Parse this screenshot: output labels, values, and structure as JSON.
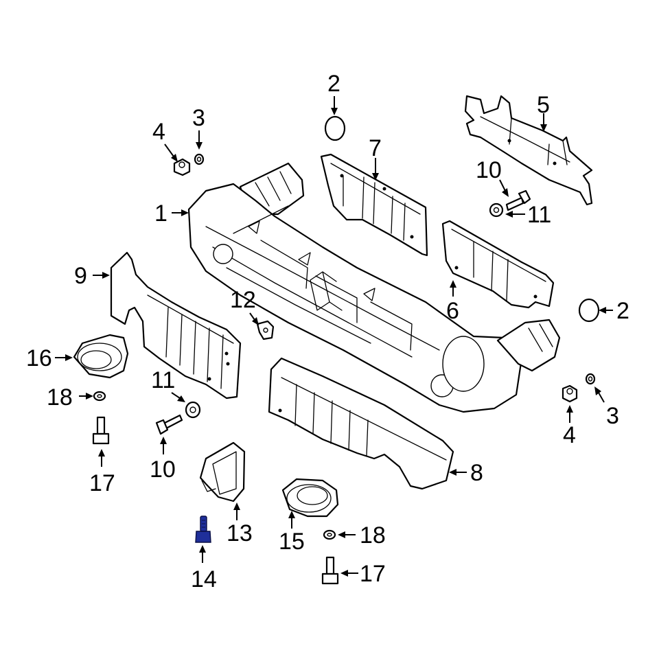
{
  "callouts": {
    "c1": "1",
    "c2_top": "2",
    "c2_right": "2",
    "c3_left": "3",
    "c3_right": "3",
    "c4_left": "4",
    "c4_right": "4",
    "c5": "5",
    "c6": "6",
    "c7": "7",
    "c8": "8",
    "c9": "9",
    "c10_left": "10",
    "c10_right": "10",
    "c11_left": "11",
    "c11_right": "11",
    "c12": "12",
    "c13": "13",
    "c14": "14",
    "c15": "15",
    "c16": "16",
    "c17_left": "17",
    "c17_right": "17",
    "c18_left": "18",
    "c18_right": "18"
  },
  "highlighted_part": "14",
  "colors": {
    "line": "#000000",
    "background": "#ffffff",
    "highlight": "#1f2f9a"
  }
}
